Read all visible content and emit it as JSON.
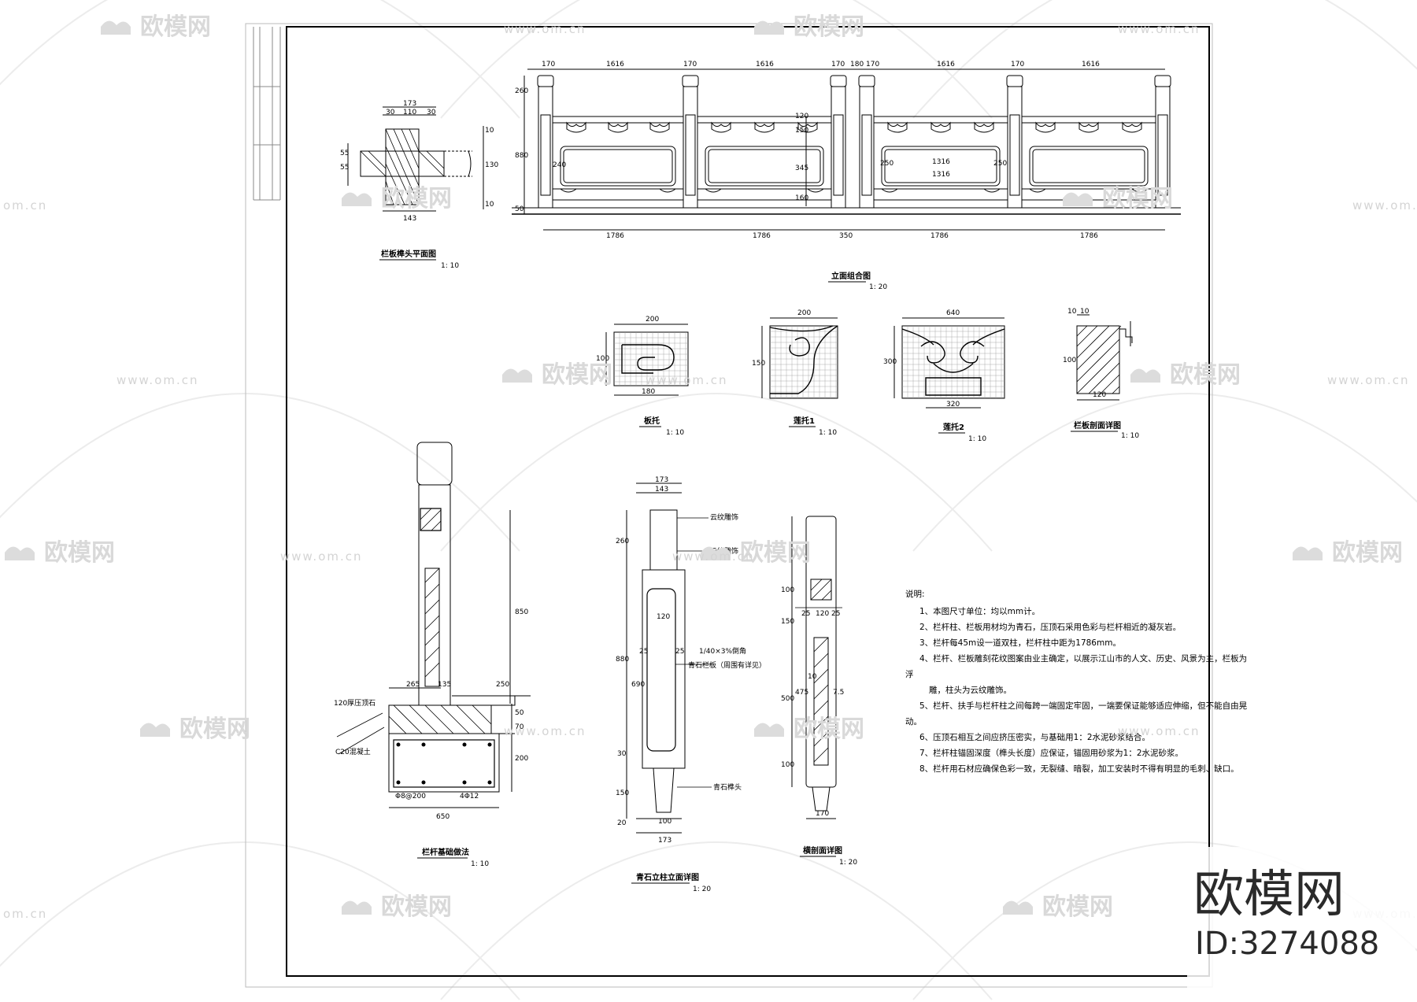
{
  "views": {
    "post_plan": {
      "title": "栏板榫头平面图",
      "scale": "1: 10",
      "dims": [
        "173",
        "110",
        "30",
        "30",
        "55",
        "55",
        "130",
        "10",
        "10",
        "143"
      ]
    },
    "elevation": {
      "title": "立面组合图",
      "scale": "1: 20",
      "top_dims": [
        "170",
        "1616",
        "170",
        "1616",
        "170",
        "180",
        "170",
        "1616",
        "170",
        "1616"
      ],
      "bottom_dims": [
        "1786",
        "1786",
        "350",
        "1786",
        "1786"
      ],
      "side_dims": [
        "260",
        "880",
        "120",
        "150",
        "345",
        "160",
        "50"
      ],
      "panel_dims": [
        "1316",
        "1316",
        "250",
        "250",
        "240"
      ]
    },
    "details": [
      {
        "title": "板托",
        "scale": "1: 10",
        "dims": [
          "200",
          "100",
          "180"
        ]
      },
      {
        "title": "莲托1",
        "scale": "1: 10",
        "dims": [
          "200",
          "150"
        ]
      },
      {
        "title": "莲托2",
        "scale": "1: 10",
        "dims": [
          "640",
          "300",
          "320"
        ]
      },
      {
        "title": "栏板剖面详图",
        "scale": "1: 10",
        "dims": [
          "10",
          "10",
          "100",
          "120"
        ]
      }
    ],
    "foundation": {
      "title": "栏杆基础做法",
      "scale": "1: 10",
      "dims": [
        "850",
        "265",
        "250",
        "135",
        "50",
        "70",
        "200",
        "650"
      ],
      "notes": [
        "120厚压顶石",
        "C20混凝土",
        "Φ8@200",
        "4Φ12"
      ]
    },
    "post_elevation": {
      "title": "青石立柱立面详图",
      "scale": "1: 20",
      "dims": [
        "173",
        "143",
        "260",
        "880",
        "120",
        "25",
        "690",
        "25",
        "150",
        "100",
        "173",
        "30",
        "20"
      ],
      "notes": [
        "云纹雕饰",
        "云纹雕饰",
        "1/40×3%倒角",
        "青石栏板（周围有详见）",
        "青石榫头"
      ]
    },
    "section": {
      "title": "横剖面详图",
      "scale": "1: 20",
      "dims": [
        "100",
        "150",
        "25",
        "120",
        "25",
        "475",
        "10",
        "7.5",
        "500",
        "100",
        "170"
      ]
    }
  },
  "notes": {
    "heading": "说明:",
    "lines": [
      "1、本图尺寸单位：均以mm计。",
      "2、栏杆柱、栏板用材均为青石，压顶石采用色彩与栏杆相近的凝灰岩。",
      "3、栏杆每45m设一道双柱，栏杆柱中距为1786mm。",
      "4、栏杆、栏板雕刻花纹图案由业主确定，以展示江山市的人文、历史、风景为主，栏板为",
      "浮",
      "雕，柱头为云纹雕饰。",
      "5、栏杆、扶手与栏杆柱之间每跨一端固定牢固，一端要保证能够适应伸缩，但不能自由晃",
      "动。",
      "6、压顶石相互之间应挤压密实，与基础用1：2水泥砂浆结合。",
      "7、栏杆柱锚固深度（榫头长度）应保证，锚固用砂浆为1：2水泥砂浆。",
      "8、栏杆用石材应确保色彩一致，无裂缝、暗裂，加工安装时不得有明显的毛刺、缺口。"
    ]
  },
  "watermark": {
    "brand": "欧模网",
    "url": "www.om.cn",
    "url_short": "om.cn",
    "id": "ID:3274088"
  }
}
